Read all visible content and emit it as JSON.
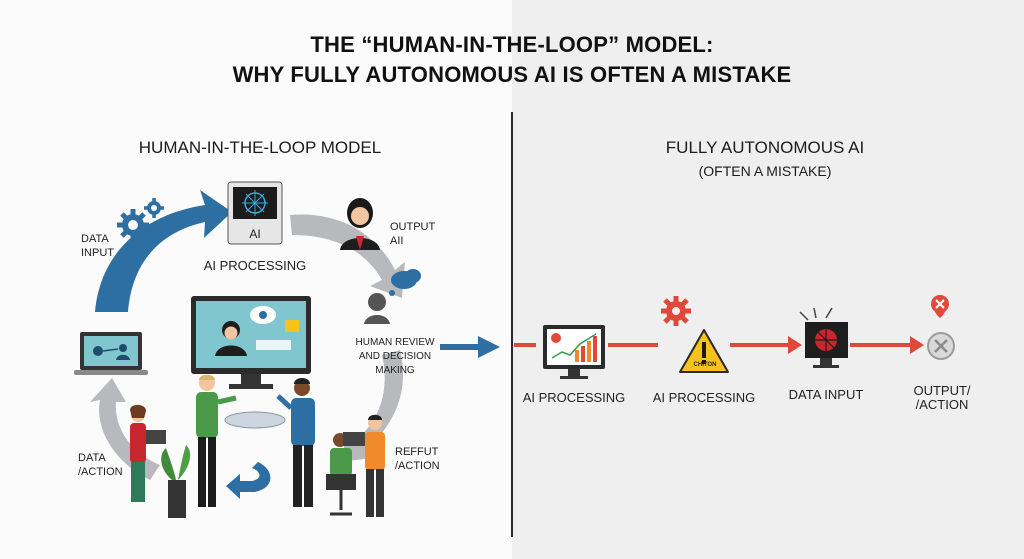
{
  "title": {
    "line1": "THE “HUMAN-IN-THE-LOOP” MODEL:",
    "line2": "WHY FULLY AUTONOMOUS AI IS OFTEN A MISTAKE"
  },
  "left": {
    "heading": "HUMAN-IN-THE-LOOP MODEL",
    "labels": {
      "data_input_1": "DATA",
      "data_input_2": "INPUT",
      "ai_chip": "AI",
      "ai_processing": "AI PROCESSING",
      "output_1": "OUTPUT",
      "output_2": "AII",
      "review_1": "HUMAN REVIEW",
      "review_2": "AND DECISION",
      "review_3": "MAKING",
      "data_action_1": "DATA",
      "data_action_2": "/ACTION",
      "reffut_1": "REFFUT",
      "reffut_2": "/ACTION"
    }
  },
  "right": {
    "heading_1": "FULLY AUTONOMOUS AI",
    "heading_2": "(OFTEN A MISTAKE)",
    "caution_text": "CHITON",
    "steps": [
      {
        "label": "AI PROCESSING"
      },
      {
        "label": "AI PROCESSING"
      },
      {
        "label": "DATA INPUT"
      },
      {
        "label_1": "OUTPUT/",
        "label_2": "/ACTION"
      }
    ]
  },
  "colors": {
    "blue_arrow": "#2e6fa3",
    "gray_arrow": "#b7b9bd",
    "red_line": "#e0483a",
    "caution_yellow": "#f6c21c",
    "screen_teal": "#7fc6cf"
  }
}
